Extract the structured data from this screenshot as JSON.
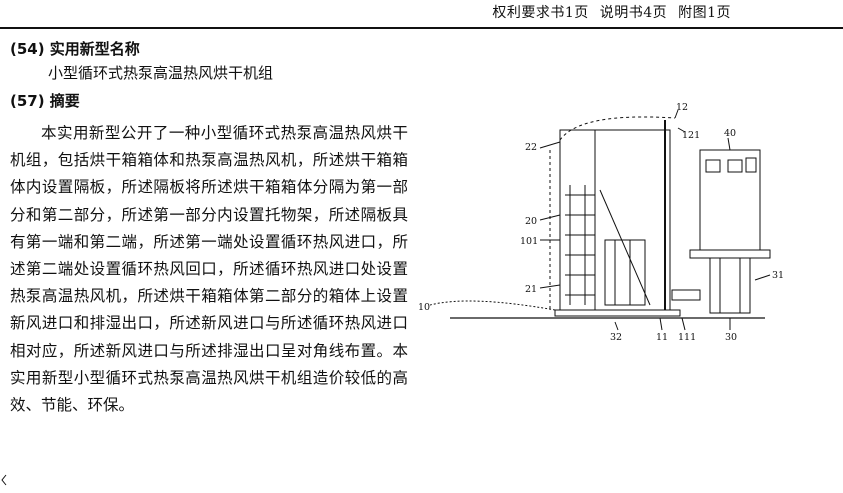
{
  "header": {
    "meta": "权利要求书1页   说明书4页   附图1页"
  },
  "section54": {
    "label": "(54) 实用新型名称",
    "title": "小型循环式热泵高温热风烘干机组"
  },
  "section57": {
    "label": "(57) 摘要"
  },
  "abstract": {
    "text": "本实用新型公开了一种小型循环式热泵高温热风烘干机组，包括烘干箱箱体和热泵高温热风机，所述烘干箱箱体内设置隔板，所述隔板将所述烘干箱箱体分隔为第一部分和第二部分，所述第一部分内设置托物架，所述隔板具有第一端和第二端，所述第一端处设置循环热风进口，所述第二端处设置循环热风回口，所述循环热风进口处设置热泵高温热风机，所述烘干箱箱体第二部分的箱体上设置新风进口和排湿出口，所述新风进口与所述循环热风进口相对应，所述新风进口与所述排湿出口呈对角线布置。本实用新型小型循环式热泵高温热风烘干机组造价较低的高效、节能、环保。"
  },
  "figure": {
    "labels": {
      "l12": "12",
      "l121": "121",
      "l40": "40",
      "l22": "22",
      "l20": "20",
      "l101": "101",
      "l21": "21",
      "l31": "31",
      "l10": "10",
      "l32": "32",
      "l11": "11",
      "l111": "111",
      "l30": "30"
    }
  }
}
